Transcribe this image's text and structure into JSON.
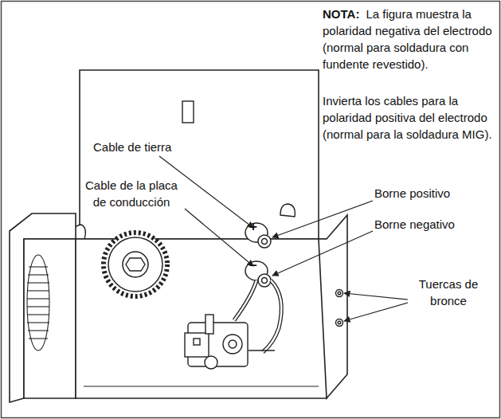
{
  "diagram": {
    "labels": [
      "NOTA:",
      "La figura muestra la polaridad negativa del electrodo (normal para soldadura con fundente revestido).",
      "Invierta los cables para la polaridad positiva del electrodo (normal para la soldadura MIG).",
      "Cable de tierra",
      "Cable de la placa de conducción",
      "Borne positivo",
      "Borne negativo",
      "Tuercas de bronce",
      "+",
      "−"
    ]
  }
}
